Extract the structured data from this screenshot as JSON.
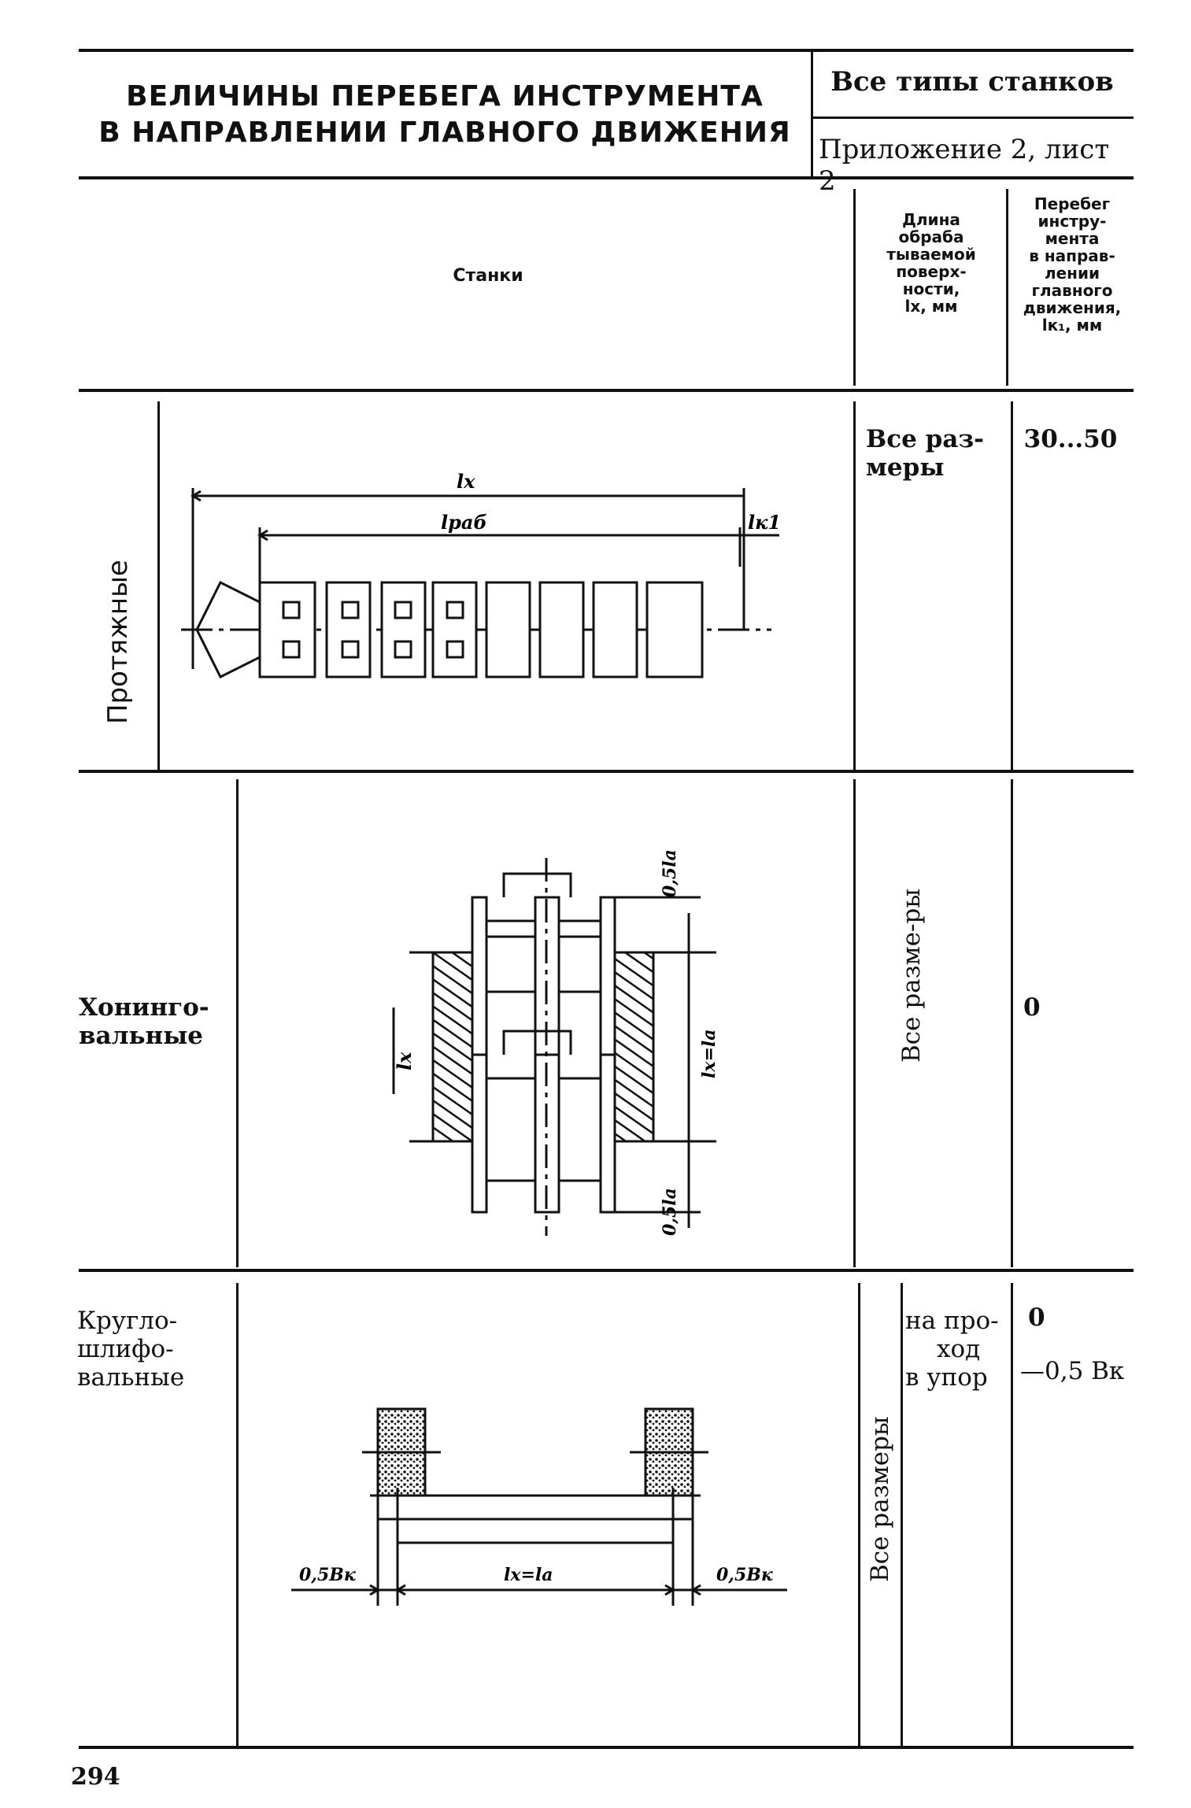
{
  "header": {
    "title_line1": "ВЕЛИЧИНЫ ПЕРЕБЕГА ИНСТРУМЕНТА",
    "title_line2": "В НАПРАВЛЕНИИ ГЛАВНОГО ДВИЖЕНИЯ",
    "machine_types": "Все типы станков",
    "sheet_ref": "Приложение 2, лист 2"
  },
  "columns": {
    "machines": "Станки",
    "length": [
      "Длина",
      "обраба",
      "тываемой",
      "поверх-",
      "ности,",
      "lх, мм"
    ],
    "overrun": [
      "Перебег",
      "инстру-",
      "мента",
      "в направ-",
      "лении",
      "главного",
      "движения,",
      "lк₁, мм"
    ]
  },
  "rows": {
    "broaching": {
      "name": "Протяжные",
      "length": [
        "Все раз-",
        "меры"
      ],
      "overrun": "30...50",
      "labels": {
        "lx": "lх",
        "lrab": "lраб",
        "lk1": "lк1"
      }
    },
    "honing": {
      "name": [
        "Хонинго-",
        "вальные"
      ],
      "length": "Все разме-ры",
      "overrun": "0",
      "labels": {
        "top": "0,5lа",
        "bottom": "0,5lа",
        "left": "lх",
        "right": "lх=lа"
      }
    },
    "grinding": {
      "name": [
        "Кругло-",
        "шлифо-",
        "вальные"
      ],
      "length": "Все размеры",
      "modes": [
        "на про-",
        "ход",
        "в упор"
      ],
      "overrun_pass": "0",
      "overrun_stop": "—0,5 Вк",
      "labels": {
        "left": "0,5Вк",
        "center": "lх=lа",
        "right": "0,5Вк"
      }
    }
  },
  "page_number": "294"
}
